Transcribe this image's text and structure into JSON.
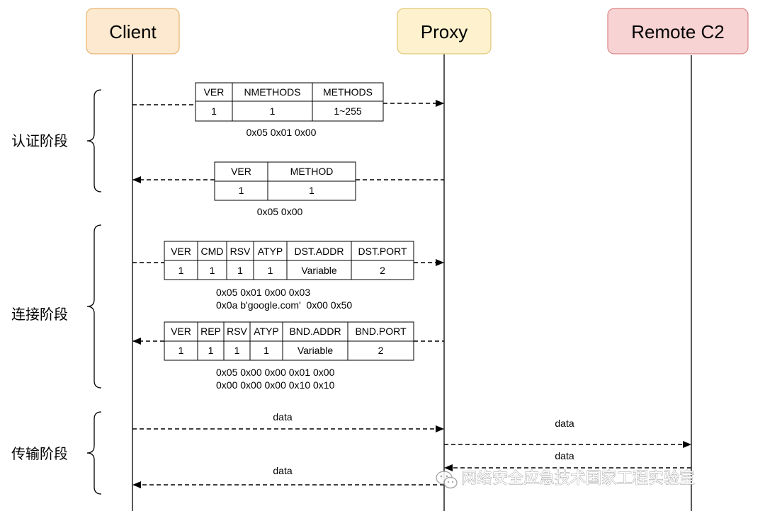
{
  "participants": {
    "client": {
      "label": "Client",
      "fill": "#fce9cf",
      "stroke": "#e7b36e"
    },
    "proxy": {
      "label": "Proxy",
      "fill": "#fdf2cd",
      "stroke": "#e0c674"
    },
    "remote": {
      "label": "Remote C2",
      "fill": "#f8d3d3",
      "stroke": "#d98484"
    }
  },
  "phases": {
    "auth": "认证阶段",
    "connect": "连接阶段",
    "transfer": "传输阶段"
  },
  "auth_request": {
    "headers": [
      "VER",
      "NMETHODS",
      "METHODS"
    ],
    "values": [
      "1",
      "1",
      "1~255"
    ],
    "hex": "0x05 0x01 0x00"
  },
  "auth_reply": {
    "headers": [
      "VER",
      "METHOD"
    ],
    "values": [
      "1",
      "1"
    ],
    "hex": "0x05 0x00"
  },
  "connect_request": {
    "headers": [
      "VER",
      "CMD",
      "RSV",
      "ATYP",
      "DST.ADDR",
      "DST.PORT"
    ],
    "values": [
      "1",
      "1",
      "1",
      "1",
      "Variable",
      "2"
    ],
    "hex_line1": "0x05 0x01 0x00 0x03",
    "hex_line2": "0x0a b'google.com'  0x00 0x50"
  },
  "connect_reply": {
    "headers": [
      "VER",
      "REP",
      "RSV",
      "ATYP",
      "BND.ADDR",
      "BND.PORT"
    ],
    "values": [
      "1",
      "1",
      "1",
      "1",
      "Variable",
      "2"
    ],
    "hex_line1": "0x05 0x00 0x00 0x01 0x00",
    "hex_line2": "0x00 0x00 0x00 0x10 0x10"
  },
  "transfer": {
    "client_to_proxy": "data",
    "proxy_to_remote": "data",
    "remote_to_proxy": "data",
    "proxy_to_client": "data"
  },
  "watermark": {
    "text": "网络安全应急技术国家工程实验室",
    "icon": "wechat-icon"
  }
}
